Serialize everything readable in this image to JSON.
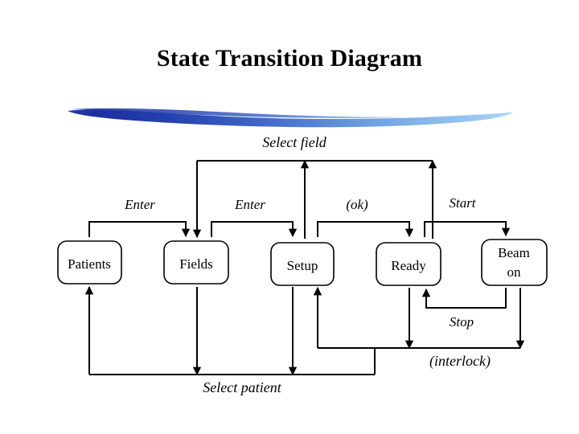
{
  "slide": {
    "title": "State Transition Diagram",
    "background_color": "#ffffff",
    "ink_color": "#000000"
  },
  "decoration": {
    "name": "brush-stroke-rule",
    "gradient_start_color": "#1a2f9e",
    "gradient_mid_color": "#4a6fd4",
    "gradient_end_color": "#9dcdf2"
  },
  "states": [
    {
      "id": "patients",
      "label": "Patients",
      "label_line2": ""
    },
    {
      "id": "fields",
      "label": "Fields",
      "label_line2": ""
    },
    {
      "id": "setup",
      "label": "Setup",
      "label_line2": ""
    },
    {
      "id": "ready",
      "label": "Ready",
      "label_line2": ""
    },
    {
      "id": "beam_on",
      "label": "Beam",
      "label_line2": "on"
    }
  ],
  "transitions": [
    {
      "id": "select_field",
      "label": "Select field"
    },
    {
      "id": "enter_patients",
      "label": "Enter"
    },
    {
      "id": "enter_fields",
      "label": "Enter"
    },
    {
      "id": "ok",
      "label": "(ok)"
    },
    {
      "id": "start",
      "label": "Start"
    },
    {
      "id": "stop",
      "label": "Stop"
    },
    {
      "id": "interlock",
      "label": "(interlock)"
    },
    {
      "id": "select_patient",
      "label": "Select patient"
    }
  ]
}
